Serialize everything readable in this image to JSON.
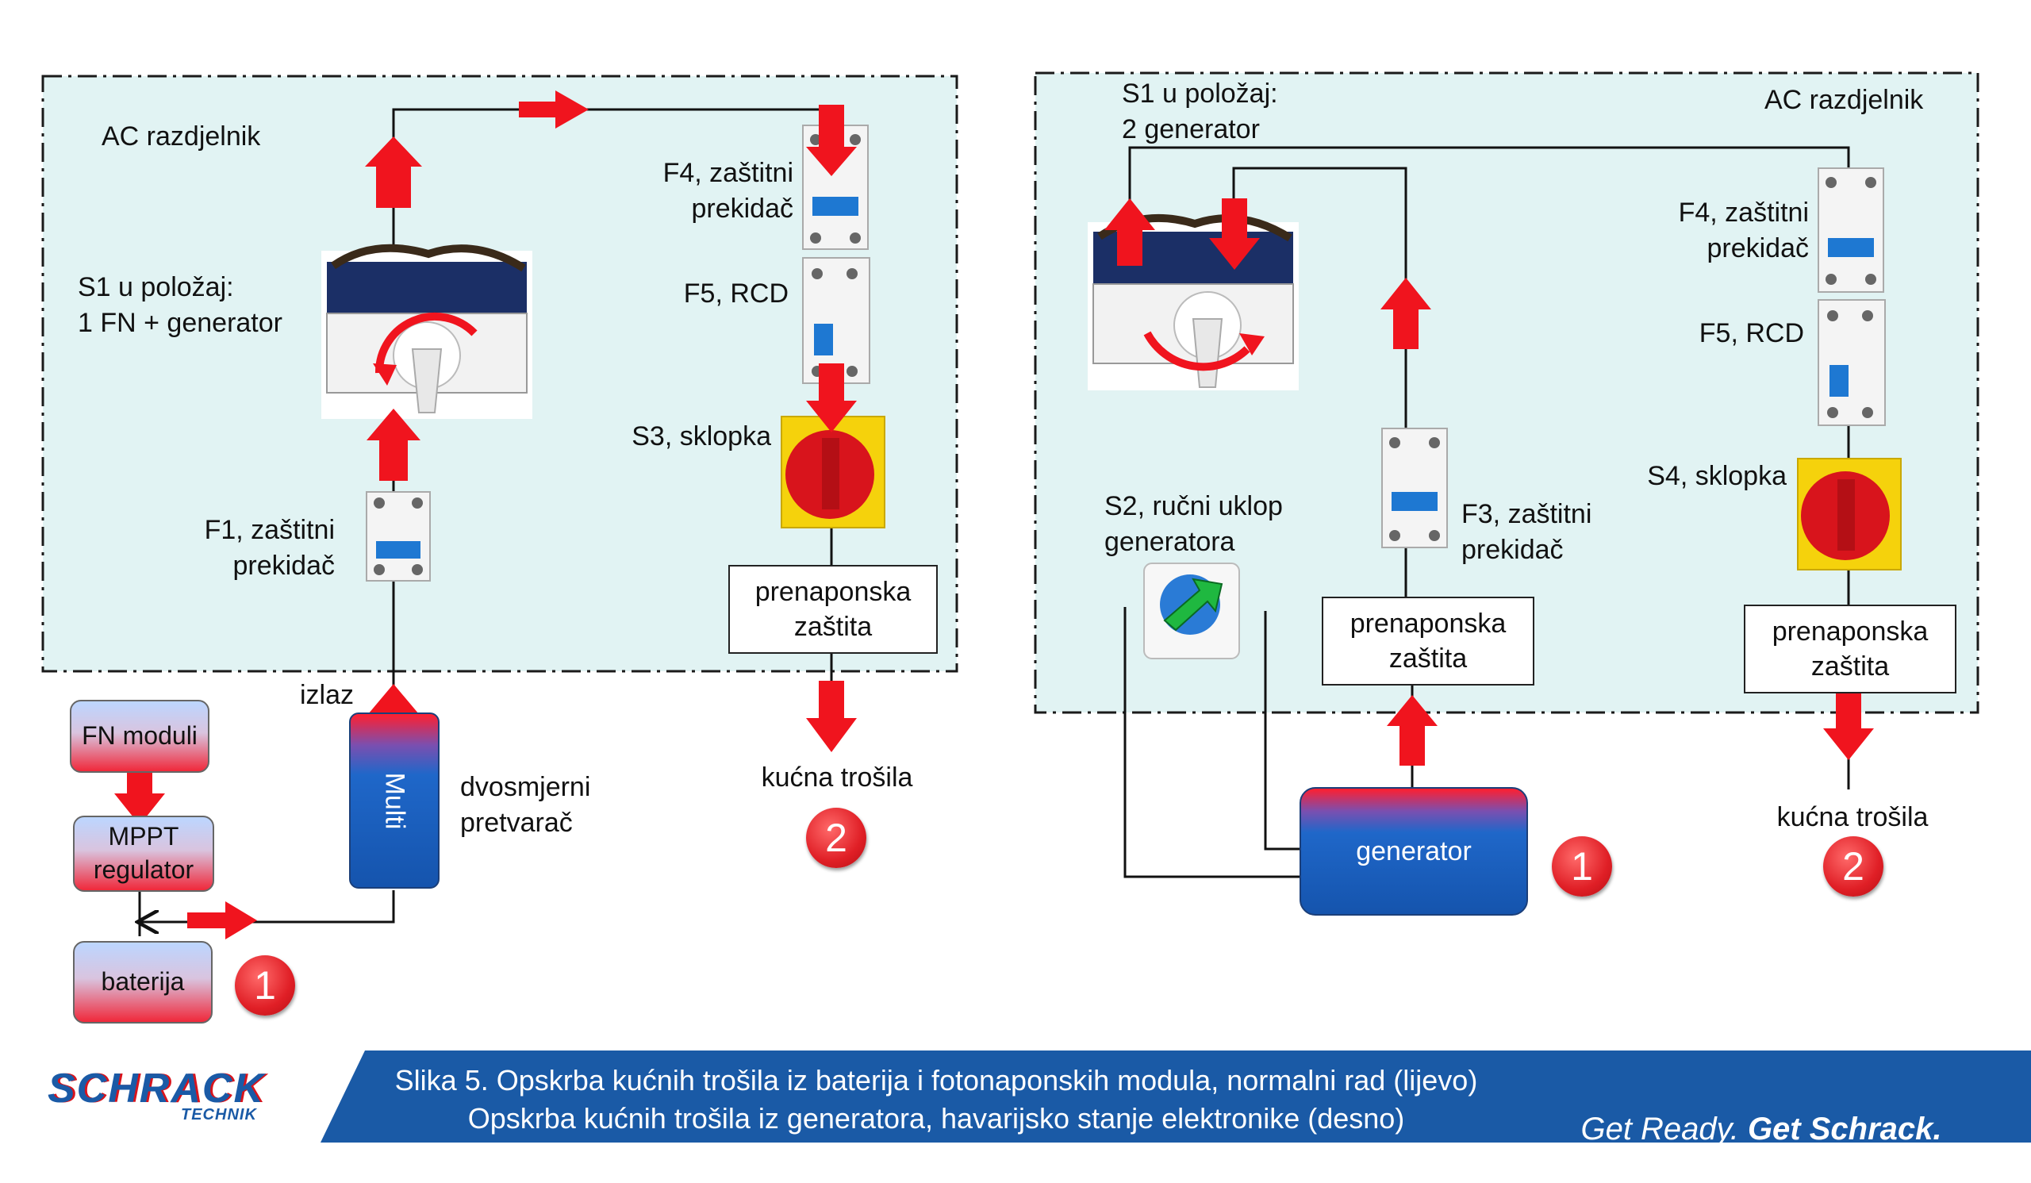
{
  "left": {
    "panel_title": "AC razdjelnik",
    "s1_label": "S1 u položaj:\n1 FN + generator",
    "f1_label": "F1, zaštitni\nprekidač",
    "f4_label": "F4, zaštitni\nprekidač",
    "f5_label": "F5, RCD",
    "s3_label": "S3, sklopka",
    "surge_label": "prenaponska\nzaštita",
    "output_label": "izlaz",
    "fn_label": "FN moduli",
    "mppt_label": "MPPT\nregulator",
    "battery_label": "baterija",
    "multi_label": "Multi",
    "inverter_label": "dvosmjerni\npretvarač",
    "loads_label": "kućna trošila",
    "badge1": "1",
    "badge2": "2"
  },
  "right": {
    "panel_title": "AC razdjelnik",
    "s1_label": "S1 u položaj:\n2 generator",
    "f4_label": "F4, zaštitni\nprekidač",
    "f5_label": "F5, RCD",
    "s4_label": "S4, sklopka",
    "s2_label": "S2, ručni uklop\ngeneratora",
    "f3_label": "F3, zaštitni\nprekidač",
    "surge_left_label": "prenaponska\nzaštita",
    "surge_right_label": "prenaponska\nzaštita",
    "generator_label": "generator",
    "loads_label": "kućna trošila",
    "badge1": "1",
    "badge2": "2"
  },
  "footer": {
    "logo_text": "SCHRACK",
    "logo_sub": "TECHNIK",
    "caption": "Slika 5. Opskrba kućnih trošila iz baterija i fotonaponskih modula, normalni rad (lijevo)\nOpskrba kućnih trošila iz generatora, havarijsko stanje elektronike (desno)",
    "slogan_a": "Get Ready.",
    "slogan_b": "Get Schrack."
  },
  "colors": {
    "panel_fill": "#e1f3f3",
    "arrow_red": "#f0141e",
    "footer_blue": "#1a5aa6",
    "logo_red": "#d9141c"
  }
}
